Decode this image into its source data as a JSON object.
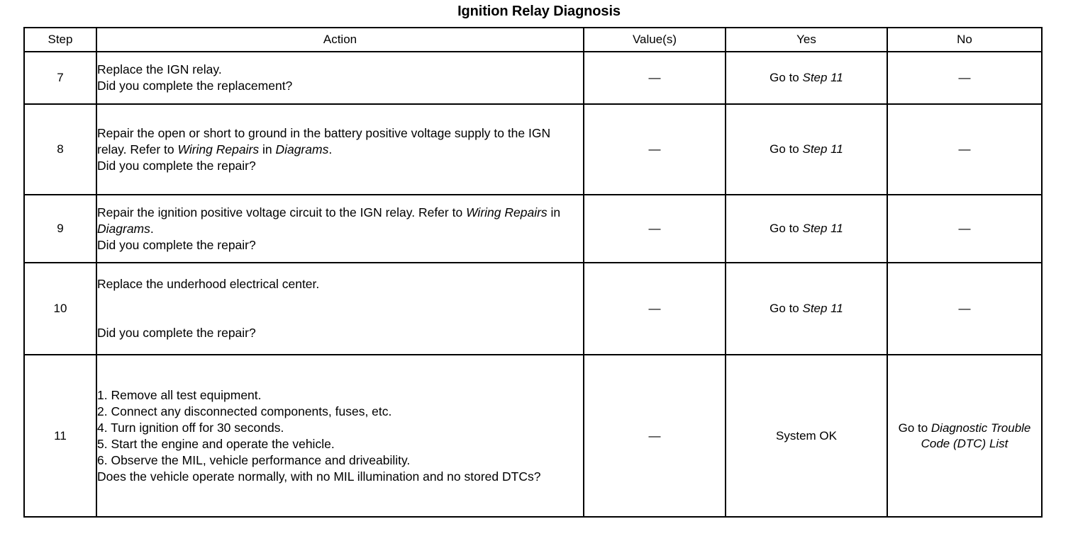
{
  "document": {
    "title": "Ignition Relay Diagnosis"
  },
  "table": {
    "headers": {
      "step": "Step",
      "action": "Action",
      "values": "Value(s)",
      "yes": "Yes",
      "no": "No"
    },
    "dash": "—",
    "rows": [
      {
        "step": "7",
        "action_lines": [
          {
            "parts": [
              {
                "text": "Replace the IGN relay.",
                "italic": false
              }
            ]
          },
          {
            "parts": [
              {
                "text": "Did you complete the replacement?",
                "italic": false
              }
            ]
          }
        ],
        "value": "—",
        "yes_parts": [
          {
            "text": "Go to ",
            "italic": false
          },
          {
            "text": "Step 11",
            "italic": true
          }
        ],
        "no_parts": [
          {
            "text": "—",
            "italic": false
          }
        ]
      },
      {
        "step": "8",
        "action_lines": [
          {
            "parts": [
              {
                "text": "Repair the open or short to ground in the battery positive voltage supply to the IGN relay. Refer to ",
                "italic": false
              },
              {
                "text": "Wiring Repairs",
                "italic": true
              },
              {
                "text": " in ",
                "italic": false
              },
              {
                "text": "Diagrams",
                "italic": true
              },
              {
                "text": ".",
                "italic": false
              }
            ]
          },
          {
            "parts": [
              {
                "text": "Did you complete the repair?",
                "italic": false
              }
            ]
          }
        ],
        "value": "—",
        "yes_parts": [
          {
            "text": "Go to ",
            "italic": false
          },
          {
            "text": "Step 11",
            "italic": true
          }
        ],
        "no_parts": [
          {
            "text": "—",
            "italic": false
          }
        ]
      },
      {
        "step": "9",
        "action_lines": [
          {
            "parts": [
              {
                "text": "Repair the ignition positive voltage circuit to the IGN relay. Refer to ",
                "italic": false
              },
              {
                "text": "Wiring Repairs",
                "italic": true
              },
              {
                "text": " in ",
                "italic": false
              },
              {
                "text": "Diagrams",
                "italic": true
              },
              {
                "text": ".",
                "italic": false
              }
            ]
          },
          {
            "parts": [
              {
                "text": "Did you complete the repair?",
                "italic": false
              }
            ]
          }
        ],
        "value": "—",
        "yes_parts": [
          {
            "text": "Go to ",
            "italic": false
          },
          {
            "text": "Step 11",
            "italic": true
          }
        ],
        "no_parts": [
          {
            "text": "—",
            "italic": false
          }
        ]
      },
      {
        "step": "10",
        "action_lines": [
          {
            "parts": [
              {
                "text": "Replace the underhood electrical center.",
                "italic": false
              }
            ]
          },
          {
            "parts": [
              {
                "text": "",
                "italic": false
              }
            ]
          },
          {
            "parts": [
              {
                "text": "",
                "italic": false
              }
            ]
          },
          {
            "parts": [
              {
                "text": "Did you complete the repair?",
                "italic": false
              }
            ]
          }
        ],
        "value": "—",
        "yes_parts": [
          {
            "text": "Go to ",
            "italic": false
          },
          {
            "text": "Step 11",
            "italic": true
          }
        ],
        "no_parts": [
          {
            "text": "—",
            "italic": false
          }
        ]
      },
      {
        "step": "11",
        "action_lines": [
          {
            "parts": [
              {
                "text": "1. Remove all test equipment.",
                "italic": false
              }
            ]
          },
          {
            "parts": [
              {
                "text": "2. Connect any disconnected components, fuses, etc.",
                "italic": false
              }
            ]
          },
          {
            "parts": [
              {
                "text": "4. Turn ignition off for 30 seconds.",
                "italic": false
              }
            ]
          },
          {
            "parts": [
              {
                "text": "5. Start the engine and operate the vehicle.",
                "italic": false
              }
            ]
          },
          {
            "parts": [
              {
                "text": "6. Observe the MIL, vehicle performance and driveability.",
                "italic": false
              }
            ]
          },
          {
            "parts": [
              {
                "text": "Does the vehicle operate normally, with no MIL illumination and no stored DTCs?",
                "italic": false
              }
            ]
          }
        ],
        "value": "—",
        "yes_parts": [
          {
            "text": "System OK",
            "italic": false
          }
        ],
        "no_parts": [
          {
            "text": "Go to ",
            "italic": false
          },
          {
            "text": "Diagnostic Trouble Code (DTC) List",
            "italic": true
          }
        ]
      }
    ]
  }
}
